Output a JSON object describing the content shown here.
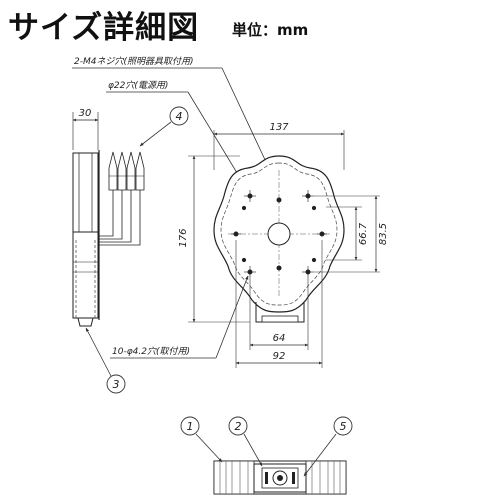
{
  "header": {
    "title": "サイズ詳細図",
    "unit": "単位：mm"
  },
  "callouts": {
    "thread_hole": "2-M4ネジ穴(照明器具取付用)",
    "cable_hole": "φ22穴(電源用)",
    "mount_holes": "10-φ4.2穴(取付用)"
  },
  "dimensions": {
    "side_width": "30",
    "width_137": "137",
    "height_176": "176",
    "pitch_66_7": "66.7",
    "pitch_83_5": "83.5",
    "bottom_64": "64",
    "bottom_92": "92"
  },
  "parts": [
    "1",
    "2",
    "3",
    "4",
    "5"
  ]
}
